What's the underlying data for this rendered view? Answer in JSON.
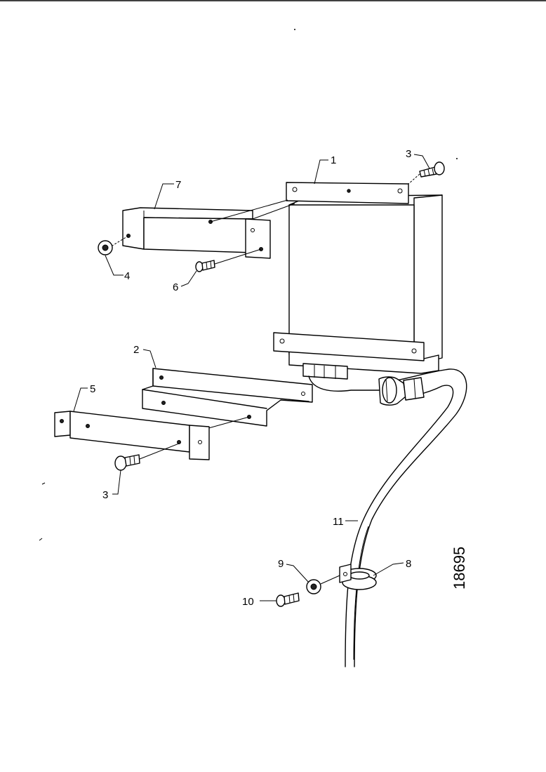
{
  "drawing_number": "18695",
  "labels": {
    "p1": "1",
    "p2": "2",
    "p3_top": "3",
    "p3_bottom": "3",
    "p4": "4",
    "p5": "5",
    "p6": "6",
    "p7": "7",
    "p8": "8",
    "p9": "9",
    "p10": "10",
    "p11": "11"
  }
}
